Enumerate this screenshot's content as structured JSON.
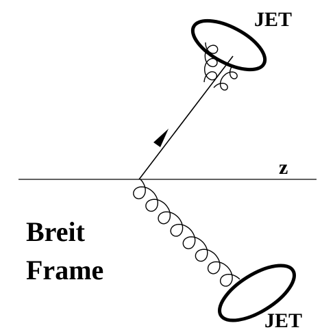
{
  "diagram": {
    "labels": {
      "jet_top": "JET",
      "jet_bottom": "JET",
      "axis": "z",
      "frame_line1": "Breit",
      "frame_line2": "Frame"
    },
    "colors": {
      "ink": "#000000",
      "background": "#ffffff"
    }
  }
}
